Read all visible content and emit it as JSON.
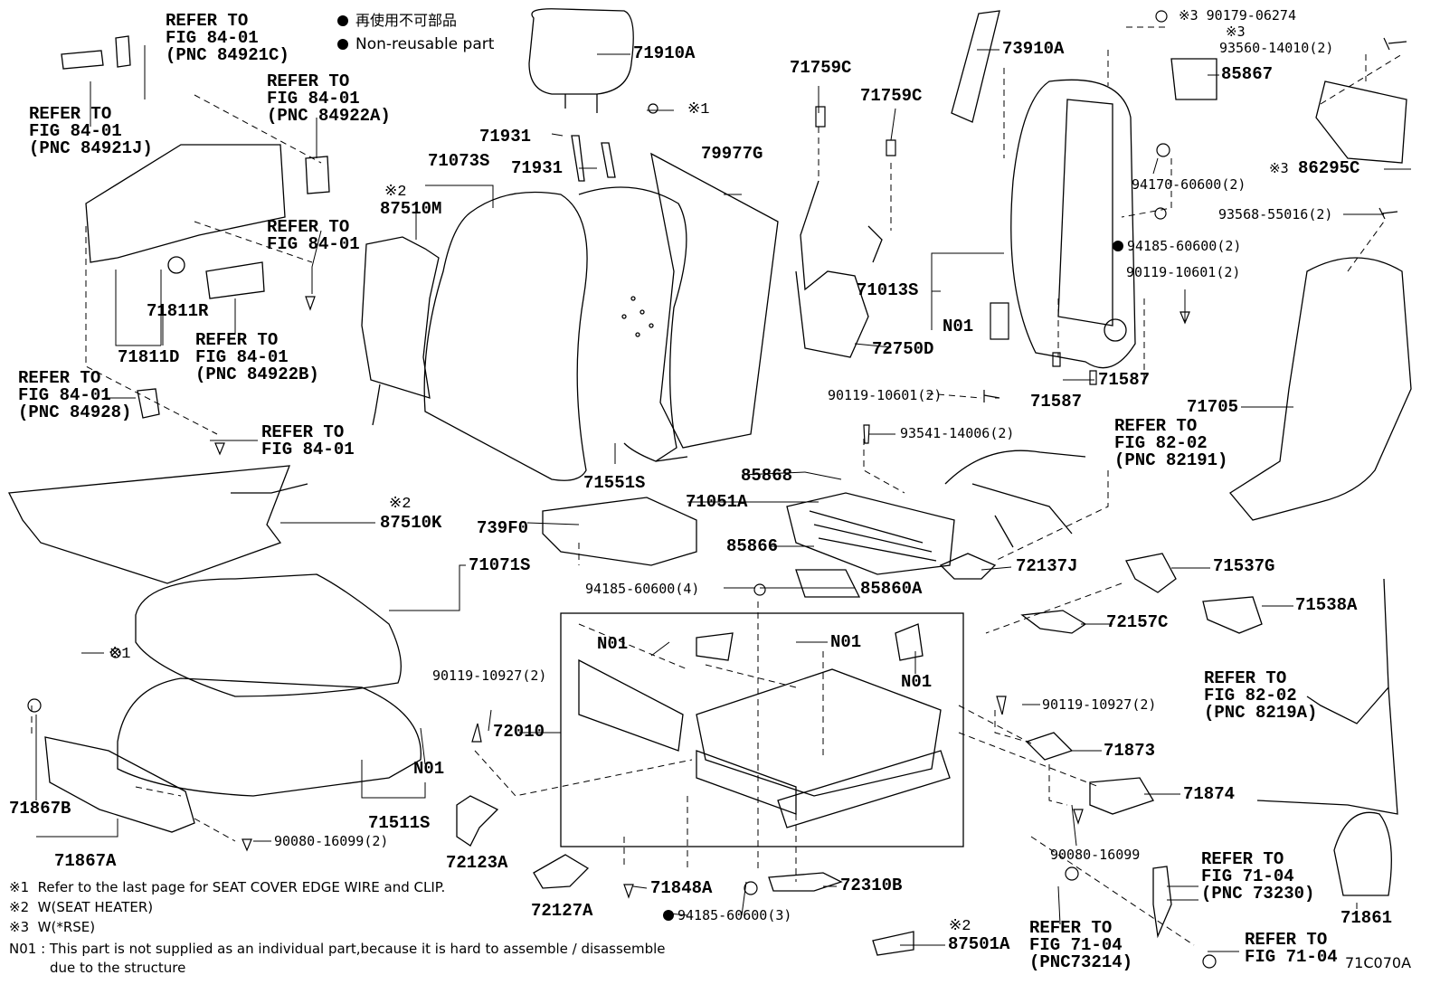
{
  "legend": {
    "non_reusable_jp": "再使用不可部品",
    "non_reusable_en": "Non-reusable part"
  },
  "refs": {
    "r84921C": [
      "REFER TO",
      "FIG 84-01",
      "(PNC 84921C)"
    ],
    "r84921J": [
      "REFER TO",
      "FIG 84-01",
      "(PNC 84921J)"
    ],
    "r84922A": [
      "REFER TO",
      "FIG 84-01",
      "(PNC 84922A)"
    ],
    "r8401a": [
      "REFER TO",
      "FIG 84-01"
    ],
    "r84922B": [
      "REFER TO",
      "FIG 84-01",
      "(PNC 84922B)"
    ],
    "r84928": [
      "REFER TO",
      "FIG 84-01",
      "(PNC 84928)"
    ],
    "r8401b": [
      "REFER TO",
      "FIG 84-01"
    ],
    "r82191": [
      "REFER TO",
      "FIG 82-02",
      "(PNC 82191)"
    ],
    "r8219A": [
      "REFER TO",
      "FIG 82-02",
      "(PNC 8219A)"
    ],
    "r73230": [
      "REFER TO",
      "FIG 71-04",
      "(PNC 73230)"
    ],
    "r73214": [
      "REFER TO",
      "FIG 71-04",
      "(PNC73214)"
    ],
    "r7104": [
      "REFER TO",
      "FIG 71-04"
    ]
  },
  "parts": {
    "p71910A": "71910A",
    "p71931a": "71931",
    "p71931b": "71931",
    "p71073S": "71073S",
    "p87510M": "87510M",
    "p79977G": "79977G",
    "p71759Ca": "71759C",
    "p71759Cb": "71759C",
    "p73910A": "73910A",
    "p85867": "85867",
    "p86295C": "86295C",
    "p71013S": "71013S",
    "pN01a": "N01",
    "p72750D": "72750D",
    "p71587a": "71587",
    "p71587b": "71587",
    "p71705": "71705",
    "p71811R": "71811R",
    "p71811D": "71811D",
    "p71551S": "71551S",
    "p85868": "85868",
    "p71051A": "71051A",
    "p85866": "85866",
    "p85860A": "85860A",
    "p87510K": "87510K",
    "p739F0": "739F0",
    "p71071S": "71071S",
    "p72137J": "72137J",
    "p71537G": "71537G",
    "p71538A": "71538A",
    "p72157C": "72157C",
    "pN01b": "N01",
    "pN01c": "N01",
    "pN01d": "N01",
    "p72010": "72010",
    "pN01e": "N01",
    "p71511S": "71511S",
    "p71867B": "71867B",
    "p71867A": "71867A",
    "p72123A": "72123A",
    "p72127A": "72127A",
    "p71848A": "71848A",
    "p72310B": "72310B",
    "p87501A": "87501A",
    "p71873": "71873",
    "p71874": "71874",
    "p71861": "71861",
    "x1a": "※1",
    "x1b": "※1",
    "x2a": "※2",
    "x2b": "※2",
    "x2c": "※2"
  },
  "fasteners": {
    "f90179": "※3 90179-06274",
    "f93560_mark": "※3",
    "f93560": "93560-14010(2)",
    "f94170": "94170-60600(2)",
    "f86295C_mark": "※3",
    "f93568": "93568-55016(2)",
    "f94185_2": "94185-60600(2)",
    "f90119_10601a": "90119-10601(2)",
    "f90119_10601b": "90119-10601(2)",
    "f93541": "93541-14006(2)",
    "f94185_4": "94185-60600(4)",
    "f90119_10927a": "90119-10927(2)",
    "f90119_10927b": "90119-10927(2)",
    "f90080_16099a": "90080-16099(2)",
    "f90080_16099b": "90080-16099",
    "f94185_3": "94185-60600(3)"
  },
  "notes": {
    "n1": "※1  Refer to the last page for SEAT COVER EDGE WIRE and CLIP.",
    "n2": "※2  W(SEAT HEATER)",
    "n3": "※3  W(*RSE)",
    "n4a": "N01 : This part is not supplied as an individual part,because it is hard to assemble / disassemble",
    "n4b": "due to the structure"
  },
  "figure_code": "71C070A"
}
